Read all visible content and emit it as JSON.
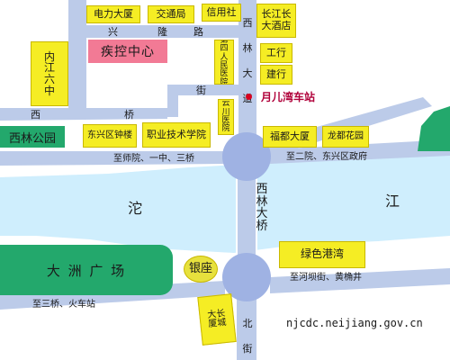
{
  "buildings": {
    "dianli": "电力大厦",
    "jiaotong": "交通局",
    "xinyong": "信用社",
    "changjiang": "长江长大酒店",
    "jikong": "疾控中心",
    "neijiang6": "内江六中",
    "disi": "第四人民医院",
    "gonghang": "工行",
    "jianhang": "建行",
    "yunchuan": "云川医院",
    "zhonglou": "东兴区钟楼",
    "zhiye": "职业技术学院",
    "fudu": "福都大厦",
    "longdu": "龙都花园",
    "luse": "绿色港湾",
    "yinzuo": "银座",
    "dachang": "大长厦城"
  },
  "parks": {
    "xilin": "西林公园",
    "dazhou": "大 洲 广 场"
  },
  "roads": {
    "xinglong_1": "兴",
    "xinglong_2": "隆",
    "xinglong_3": "路",
    "jie": "街",
    "xilin_v": "西林大道",
    "xiqiao_1": "西",
    "xiqiao_2": "桥",
    "xilin_bridge": "西林大桥",
    "beijie": "北街"
  },
  "directions": {
    "shifan": "至师院、一中、三桥",
    "eryuan": "至二院、东兴区政府",
    "hebatun": "至河坝街、黄桷井",
    "sanqiao": "至三桥、火车站"
  },
  "river": {
    "tuo": "沱",
    "jiang": "江"
  },
  "station": {
    "label": "月儿湾车站"
  },
  "source_url": "njcdc.neijiang.gov.cn",
  "colors": {
    "road": "#bccbe9",
    "river": "#cfeefd",
    "building_fill": "#f5ed24",
    "clinic_fill": "#f27a95",
    "park_fill": "#23a86c",
    "marker": "#d8001f",
    "station_text": "#b0003a"
  }
}
